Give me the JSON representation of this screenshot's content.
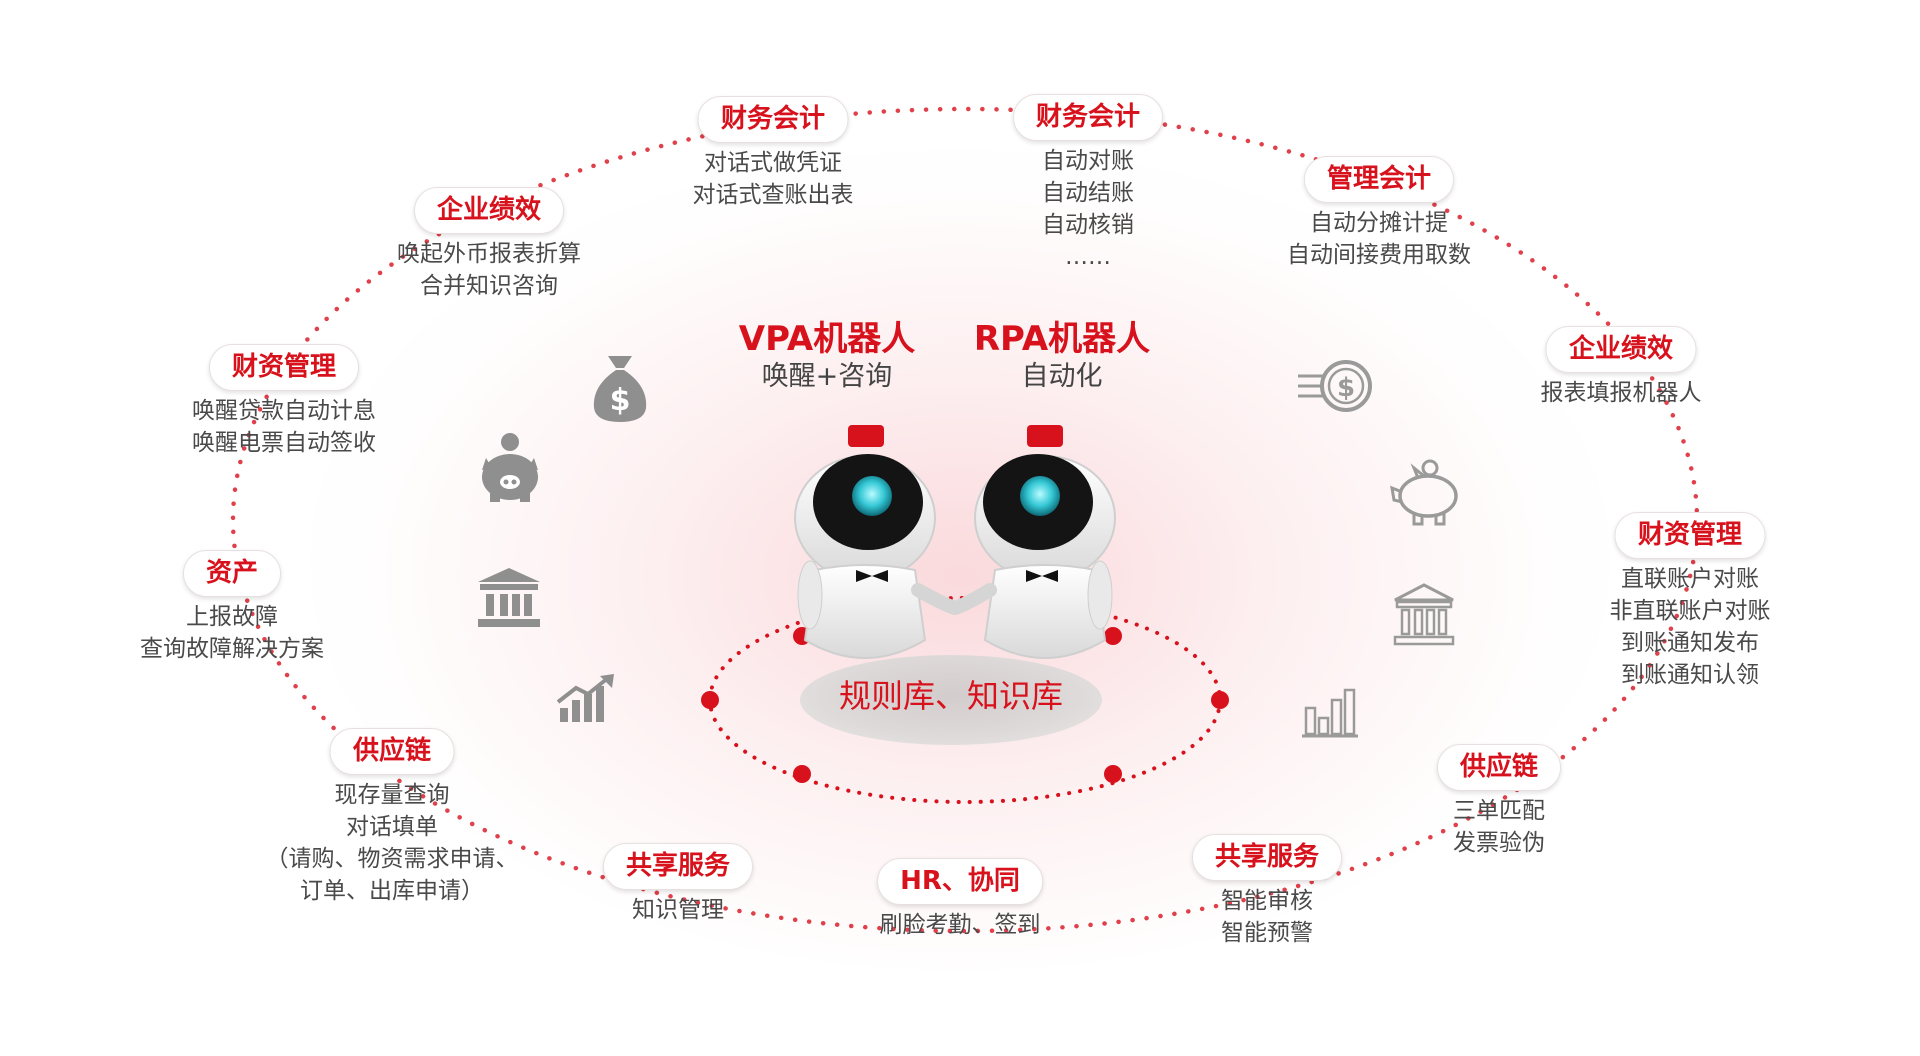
{
  "bots": {
    "vpa": {
      "title": "VPA机器人",
      "subtitle": "唤醒+咨询"
    },
    "rpa": {
      "title": "RPA机器人",
      "subtitle": "自动化"
    }
  },
  "knowledge_base": "规则库、知识库",
  "nodes": [
    {
      "title": "财务会计",
      "lines": [
        "对话式做凭证",
        "对话式查账出表"
      ]
    },
    {
      "title": "财务会计",
      "lines": [
        "自动对账",
        "自动结账",
        "自动核销",
        "……"
      ]
    },
    {
      "title": "管理会计",
      "lines": [
        "自动分摊计提",
        "自动间接费用取数"
      ]
    },
    {
      "title": "企业绩效",
      "lines": [
        "报表填报机器人"
      ]
    },
    {
      "title": "财资管理",
      "lines": [
        "直联账户对账",
        "非直联账户对账",
        "到账通知发布",
        "到账通知认领"
      ]
    },
    {
      "title": "供应链",
      "lines": [
        "三单匹配",
        "发票验伪"
      ]
    },
    {
      "title": "共享服务",
      "lines": [
        "智能审核",
        "智能预警"
      ]
    },
    {
      "title": "HR、协同",
      "lines": [
        "刷脸考勤、签到"
      ]
    },
    {
      "title": "共享服务",
      "lines": [
        "知识管理"
      ]
    },
    {
      "title": "供应链",
      "lines": [
        "现存量查询",
        "对话填单",
        "（请购、物资需求申请、",
        "订单、出库申请）"
      ]
    },
    {
      "title": "资产",
      "lines": [
        "上报故障",
        "查询故障解决方案"
      ]
    },
    {
      "title": "财资管理",
      "lines": [
        "唤醒贷款自动计息",
        "唤醒电票自动签收"
      ]
    },
    {
      "title": "企业绩效",
      "lines": [
        "唤起外币报表折算",
        "合并知识咨询"
      ]
    }
  ],
  "icons": [
    "money-bag-icon",
    "piggy-bank-icon",
    "bank-icon",
    "growth-chart-icon",
    "coin-icon",
    "piggy-bank-outline-icon",
    "bank-outline-icon",
    "bar-chart-icon"
  ],
  "colors": {
    "accent": "#d8121c",
    "text": "#4a4a4a",
    "icon": "#8f8f8f"
  }
}
